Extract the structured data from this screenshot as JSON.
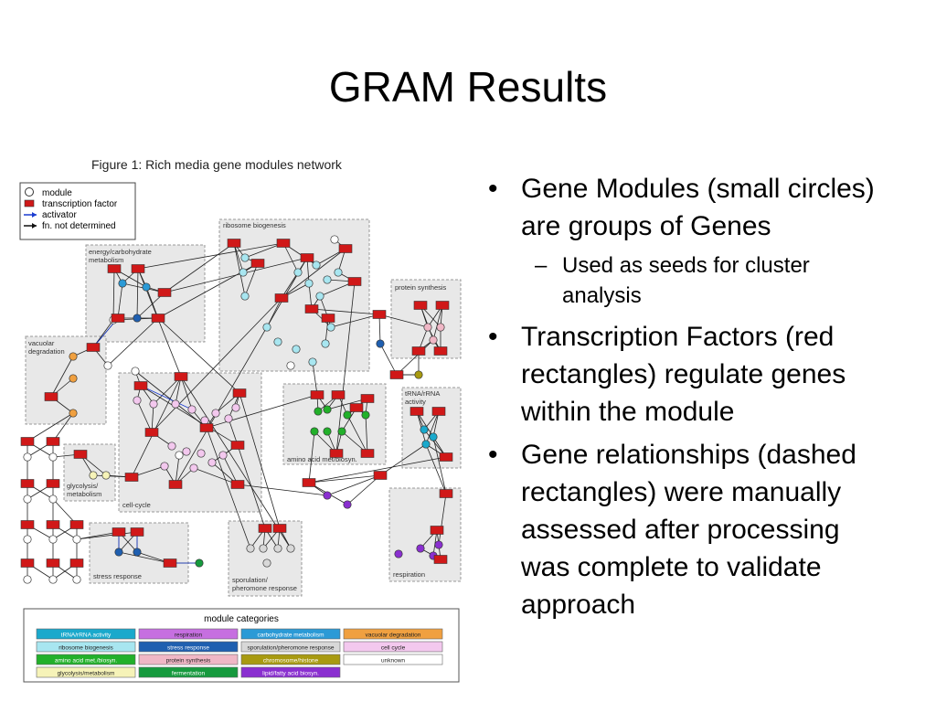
{
  "slide": {
    "title": "GRAM Results"
  },
  "figure": {
    "caption": "Figure 1: Rich media gene modules network",
    "legend": [
      {
        "label": "module",
        "icon": "circle-icon"
      },
      {
        "label": "transcription factor",
        "icon": "red-rectangle-icon"
      },
      {
        "label": "activator",
        "icon": "blue-arrow-icon"
      },
      {
        "label": "fn. not determined",
        "icon": "black-arrow-icon"
      }
    ],
    "groups": {
      "ribosome": "ribosome biogenesis",
      "energy": "energy/carbohydrate\nmetabolism",
      "protein": "protein synthesis",
      "vacuolar": "vacuolar\ndegradation",
      "trna": "tRNA/rRNA\nactivity",
      "amino": "amino acid met/biosyn.",
      "glycolysis": "glycolysis/\nmetabolism",
      "cellcycle": "cell-cycle",
      "stress": "stress response",
      "sporulation": "sporulation/\npheromone response",
      "respiration": "respiration"
    },
    "categories_title": "module categories",
    "categories": [
      {
        "label": "tRNA/rRNA activity",
        "color": "#1aa9cc"
      },
      {
        "label": "respiration",
        "color": "#c66fe0"
      },
      {
        "label": "carbohydrate metabolism",
        "color": "#2b9ad6"
      },
      {
        "label": "vacuolar degradation",
        "color": "#f0a040"
      },
      {
        "label": "ribosome biogenesis",
        "color": "#a8e6f0"
      },
      {
        "label": "stress response",
        "color": "#1f5fb0"
      },
      {
        "label": "sporulation/pheromone response",
        "color": "#d8d8d8"
      },
      {
        "label": "cell cycle",
        "color": "#f3c8ee"
      },
      {
        "label": "amino acid met./biosyn.",
        "color": "#22b02a"
      },
      {
        "label": "protein synthesis",
        "color": "#f0b7c6"
      },
      {
        "label": "chromosome/histone",
        "color": "#a89a10"
      },
      {
        "label": "unknown",
        "color": "#ffffff"
      },
      {
        "label": "glycolysis/metabolism",
        "color": "#f6f3b8"
      },
      {
        "label": "fermentation",
        "color": "#169a3e"
      },
      {
        "label": "lipid/fatty acid biosyn.",
        "color": "#8a2fd0"
      }
    ]
  },
  "bullets": [
    {
      "text": "Gene Modules (small circles) are groups of Genes",
      "sub": [
        "Used as seeds for cluster analysis"
      ]
    },
    {
      "text": "Transcription Factors (red rectangles) regulate genes within the module",
      "sub": []
    },
    {
      "text": "Gene relationships (dashed rectangles) were manually assessed after processing was complete to validate approach",
      "sub": []
    }
  ],
  "colors": {
    "tf": "#d01818",
    "box": "#e8e8e8"
  }
}
